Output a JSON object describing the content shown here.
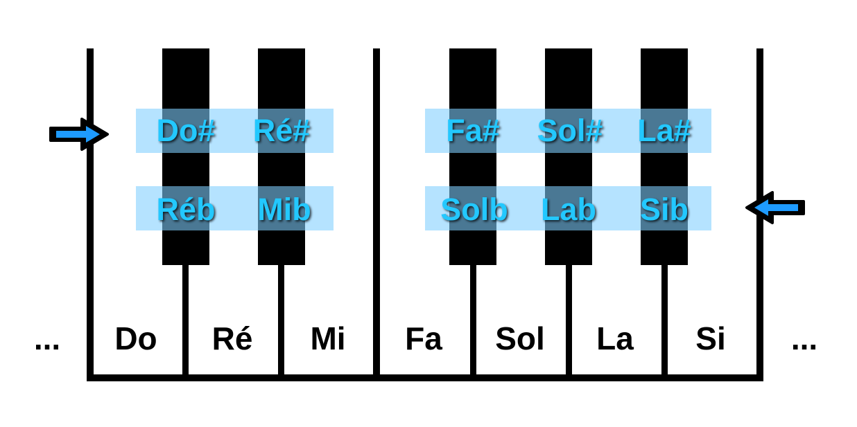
{
  "white_keys": [
    {
      "id": "do",
      "label": "Do"
    },
    {
      "id": "re",
      "label": "Ré"
    },
    {
      "id": "mi",
      "label": "Mi"
    },
    {
      "id": "fa",
      "label": "Fa"
    },
    {
      "id": "sol",
      "label": "Sol"
    },
    {
      "id": "la",
      "label": "La"
    },
    {
      "id": "si",
      "label": "Si"
    }
  ],
  "black_keys": [
    {
      "sharp": "Do#",
      "flat": "Réb"
    },
    {
      "sharp": "Ré#",
      "flat": "Mib"
    },
    {
      "sharp": "Fa#",
      "flat": "Solb"
    },
    {
      "sharp": "Sol#",
      "flat": "Lab"
    },
    {
      "sharp": "La#",
      "flat": "Sib"
    }
  ],
  "ellipsis_left": "...",
  "ellipsis_right": "...",
  "arrows": {
    "sharp_direction": "right",
    "flat_direction": "left"
  },
  "colors": {
    "label_blue": "#23c8ff",
    "band_blue": "#80ceff",
    "arrow_blue": "#1e9bff",
    "key_black": "#000000"
  }
}
